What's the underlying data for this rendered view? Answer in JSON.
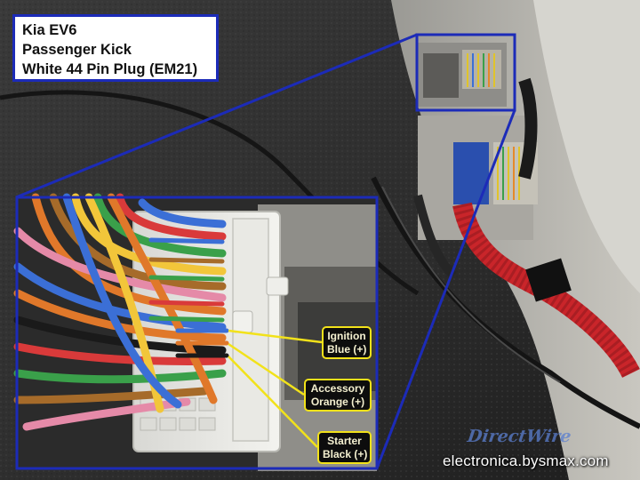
{
  "title_box": {
    "line1": "Kia EV6",
    "line2": "Passenger Kick",
    "line3": "White 44 Pin Plug (EM21)"
  },
  "callouts": [
    {
      "line1": "Ignition",
      "line2": "Blue (+)"
    },
    {
      "line1": "Accessory",
      "line2": "Orange (+)"
    },
    {
      "line1": "Starter",
      "line2": "Black (+)"
    }
  ],
  "watermark": "electronica.bysmax.com",
  "logo_text": "DirectWire",
  "colors": {
    "frame": "#1c2bb8",
    "callout_border": "#f2e21a",
    "pointer": "#f2e21a"
  }
}
